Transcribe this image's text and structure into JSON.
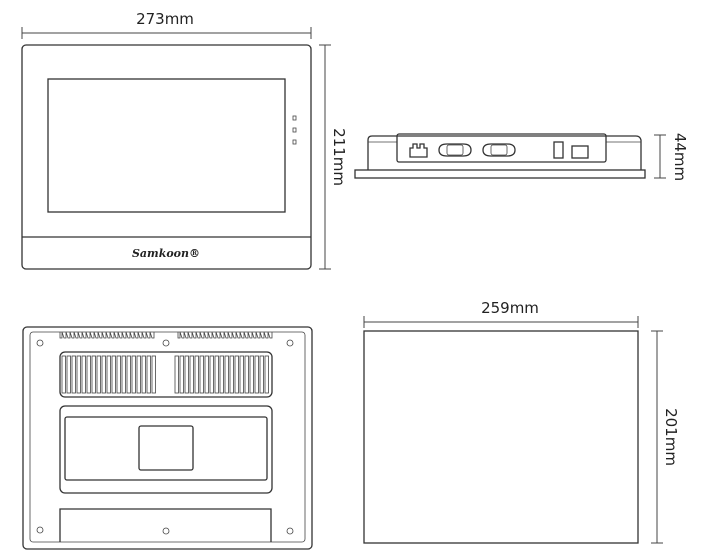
{
  "dimensions": {
    "front_width": "273mm",
    "front_height": "211mm",
    "side_depth": "44mm",
    "cutout_width": "259mm",
    "cutout_height": "201mm"
  },
  "front_view": {
    "brand_logo": "Samkoon®"
  },
  "colors": {
    "line": "#333333",
    "background": "#ffffff"
  }
}
